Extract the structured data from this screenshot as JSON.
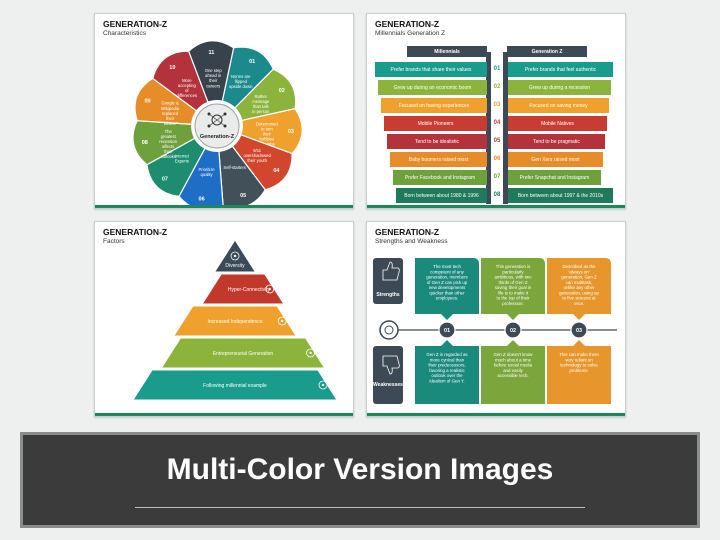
{
  "slide1": {
    "title": "GENERATION-Z",
    "subtitle": "Characteristics",
    "center_label": "Generation-Z",
    "center_icon": "network-hub-icon",
    "petals": [
      {
        "num": "01",
        "text": "Norms are flipped upside down",
        "color": "#1a8a8c"
      },
      {
        "num": "02",
        "text": "Rather message than talk in person",
        "color": "#8cb43c"
      },
      {
        "num": "03",
        "text": "Determined to turn their hobbies into jobs",
        "color": "#f0a02d"
      },
      {
        "num": "04",
        "text": "9/11 overshadowed their youth",
        "color": "#d2462d"
      },
      {
        "num": "05",
        "text": "Self-starters",
        "color": "#42505a"
      },
      {
        "num": "06",
        "text": "Prioritize quality",
        "color": "#1e6ec8"
      },
      {
        "num": "07",
        "text": "Internet Experts",
        "color": "#1e8c6e"
      },
      {
        "num": "08",
        "text": "The greatest recession affects their outlooks",
        "color": "#6ea03c"
      },
      {
        "num": "09",
        "text": "Google & Wikipedia replaced their \"bibles.\"",
        "color": "#e68c28"
      },
      {
        "num": "10",
        "text": "More accepting of differences",
        "color": "#b4323c"
      },
      {
        "num": "11",
        "text": "One step ahead in their careers",
        "color": "#38424c"
      }
    ]
  },
  "slide2": {
    "title": "GENERATION-Z",
    "subtitle": "Millennials Generation Z",
    "left_header": "Millennials",
    "right_header": "Generation Z",
    "rows": [
      {
        "num": "01",
        "left": "Prefer brands that share their values",
        "right": "Prefer brands that feel authentic",
        "color": "#1a9c8c"
      },
      {
        "num": "02",
        "left": "Grew up during an economic boom",
        "right": "Grew up during a recession",
        "color": "#8cb43c"
      },
      {
        "num": "03",
        "left": "Focused on having experiences",
        "right": "Focused on saving money",
        "color": "#f0a02d"
      },
      {
        "num": "04",
        "left": "Mobile Pioneers",
        "right": "Mobile Natives",
        "color": "#c83c32"
      },
      {
        "num": "05",
        "left": "Tend to be idealistic",
        "right": "Tend to be pragmatic",
        "color": "#b4323c"
      },
      {
        "num": "06",
        "left": "Baby boomers raised most",
        "right": "Gen Xers raised most",
        "color": "#e68c28"
      },
      {
        "num": "07",
        "left": "Prefer Facebook and Instagram",
        "right": "Prefer Snapchat and Instagram",
        "color": "#6ea03c"
      },
      {
        "num": "08",
        "left": "Born between about 1980 & 1996",
        "right": "Born between about 1997 & the 2010s",
        "color": "#1e7a5a"
      }
    ]
  },
  "slide3": {
    "title": "GENERATION-Z",
    "subtitle": "Factors",
    "levels": [
      {
        "text": "Diversity",
        "color": "#3a4a58",
        "icon": "people-network-icon"
      },
      {
        "text": "Hyper-Connectivity",
        "color": "#c0392b",
        "icon": "share-nodes-icon"
      },
      {
        "text": "Increased Independence",
        "color": "#f0a02d",
        "icon": "growth-hand-icon"
      },
      {
        "text": "Entrepreneurial Generation",
        "color": "#8cb43c",
        "icon": "chart-icon"
      },
      {
        "text": "Following millennial example",
        "color": "#1a9c8c",
        "icon": "wifi-icon"
      }
    ]
  },
  "slide4": {
    "title": "GENERATION-Z",
    "subtitle": "Strengths and Weakness",
    "strengths_label": "Strengths",
    "weaknesses_label": "Weaknesses",
    "strengths_icon": "thumbs-up-icon",
    "weaknesses_icon": "thumbs-down-icon",
    "center_icon": "target-icon",
    "columns": [
      {
        "num": "01",
        "color": "#1a8a7c",
        "strength": "The most tech competent of any generation, members of Gen Z can pick up new developments quicker than other employees.",
        "weakness": "Gen Z is regarded as more cynical than their predecessors, favoring a realistic outlook over the idealism of Gen Y."
      },
      {
        "num": "02",
        "color": "#7aa63c",
        "strength": "This generation is particularly ambitious, with two thirds of Gen Z saving their goal in life is to make it to the top of their profession.",
        "weakness": "Gen Z doesn't know much about a time before social media and easily accessible tech."
      },
      {
        "num": "03",
        "color": "#e6962a",
        "strength": "Described as the 'always on' generation, Gen Z can multitask, unlike any other generation, using up to five screens at once.",
        "weakness": "This can make them very reliant on technology to solve problems."
      }
    ]
  },
  "banner": {
    "text": "Multi-Color Version Images"
  },
  "colors": {
    "accent_bar": "#1b8a5a",
    "banner_bg": "#3b3b3b",
    "dark_header": "#3d4a55"
  }
}
